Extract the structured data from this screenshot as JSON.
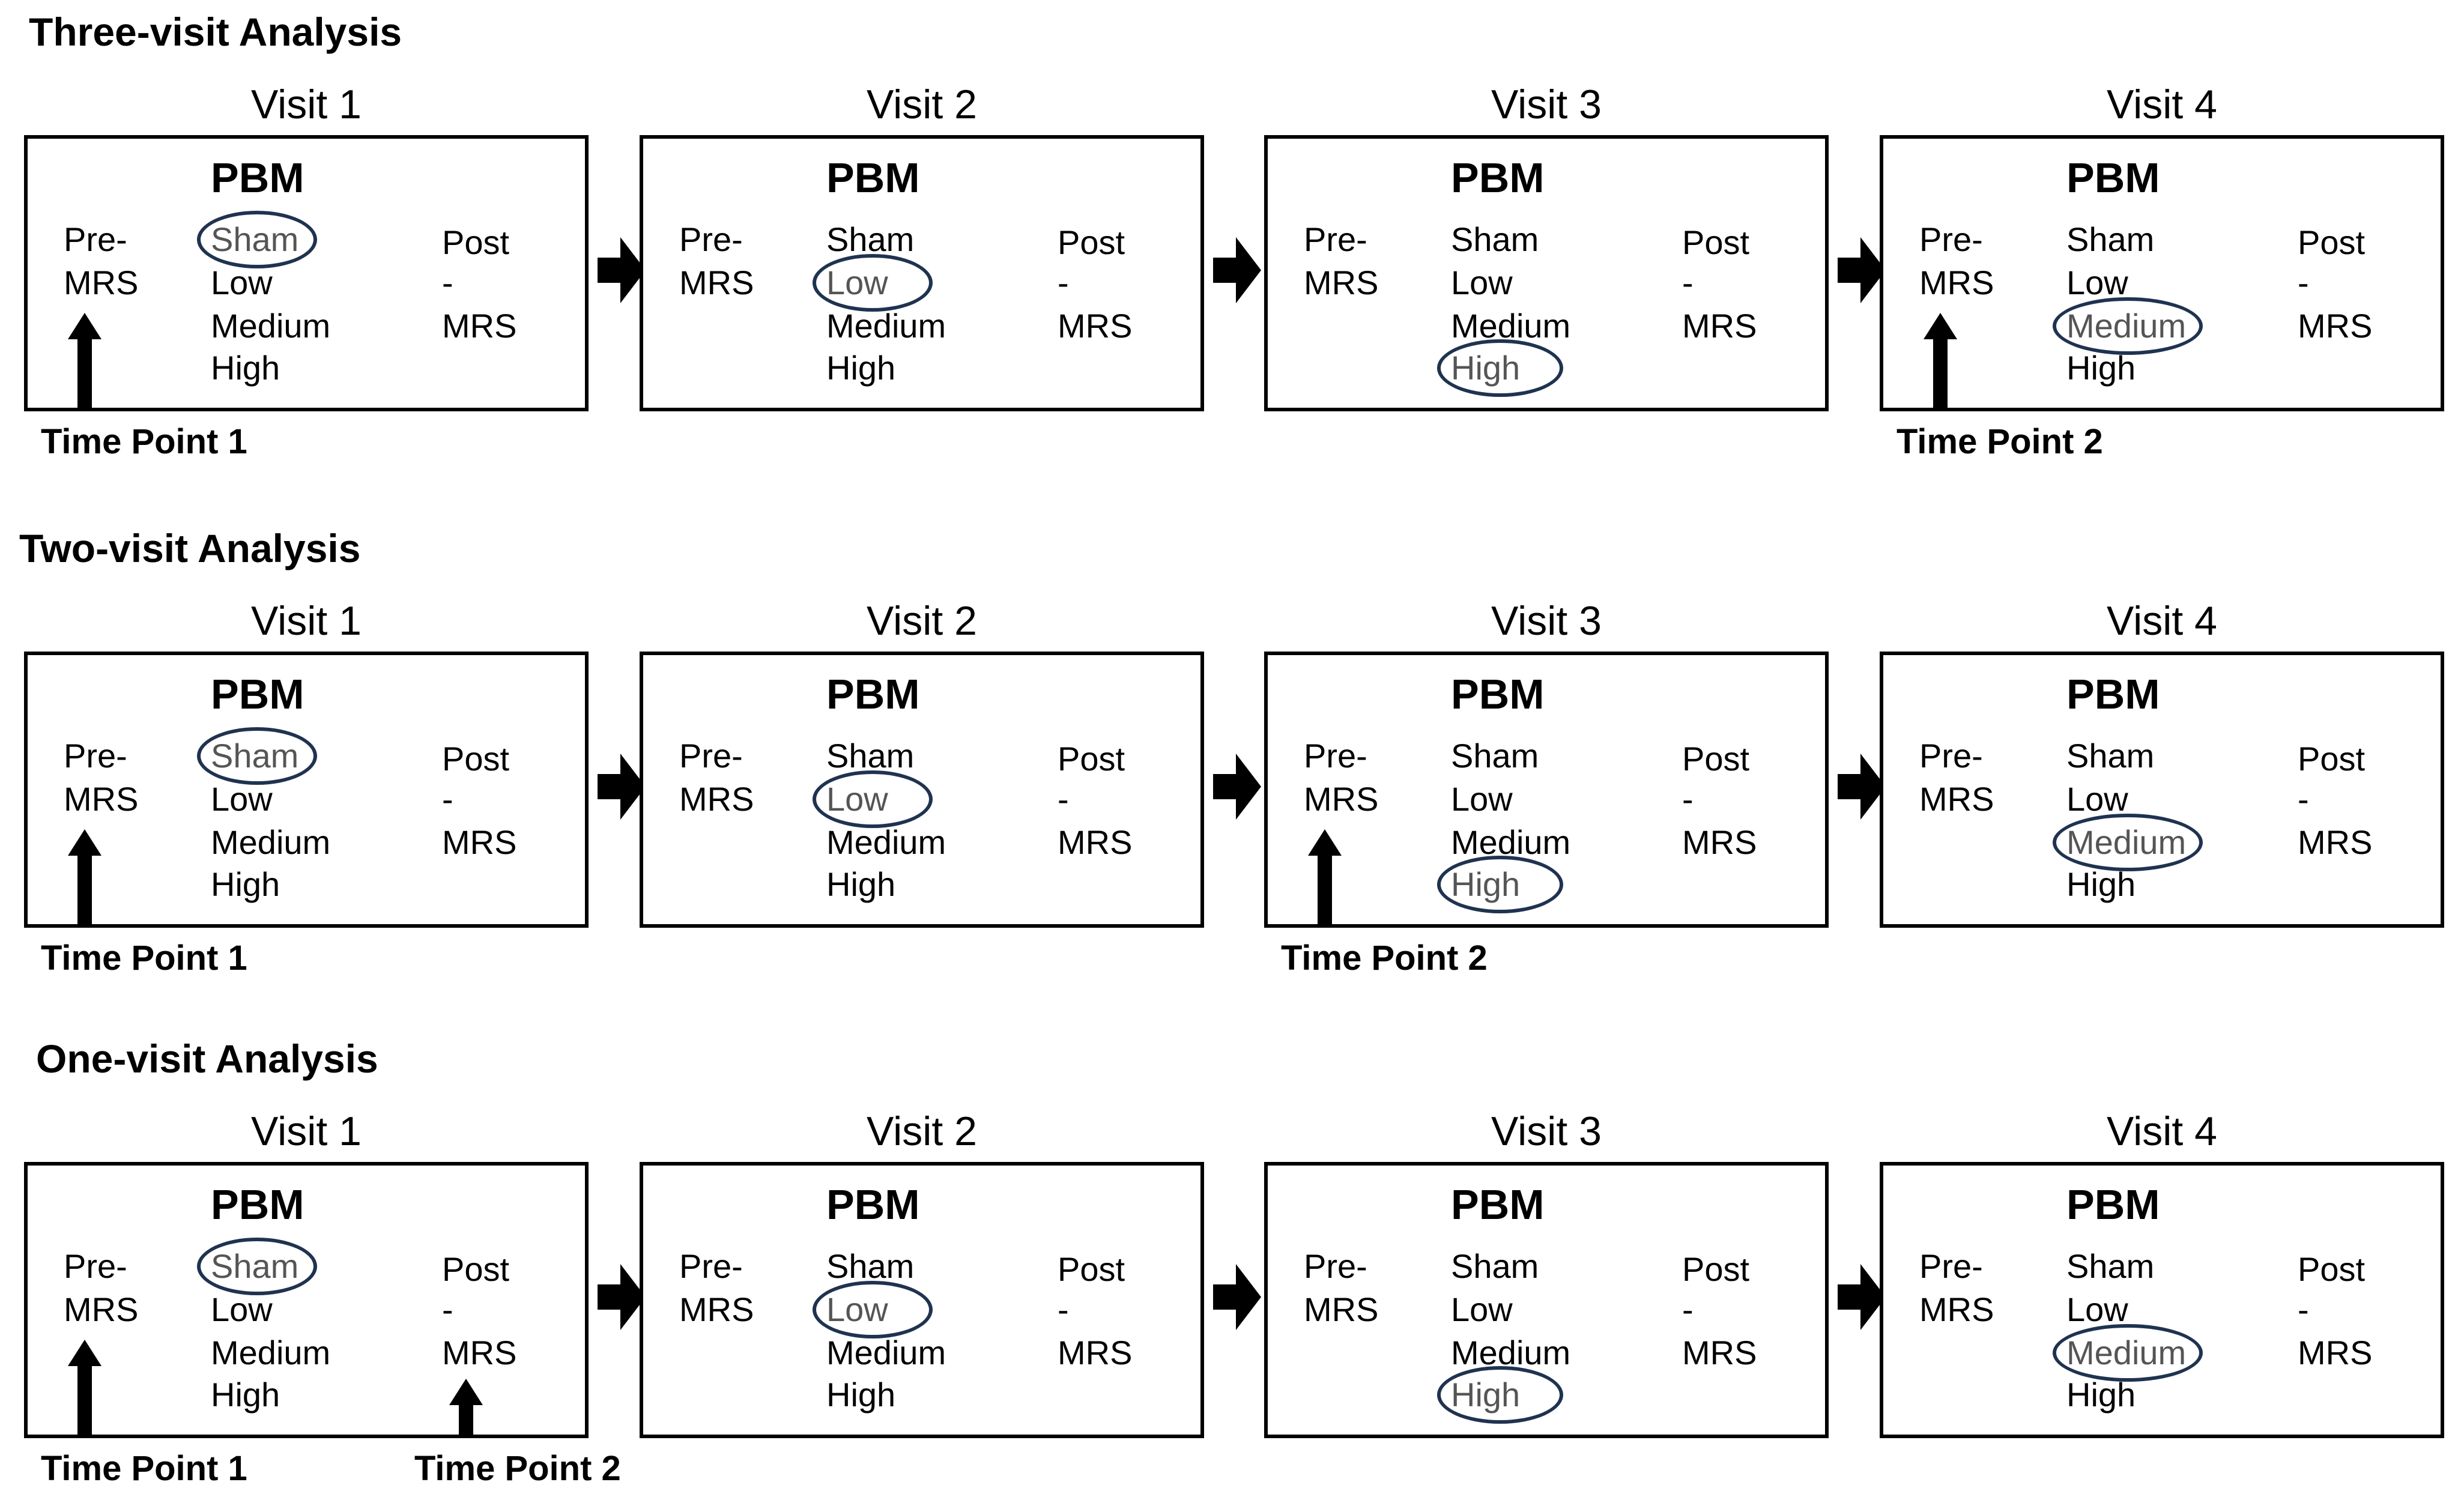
{
  "sections": [
    {
      "title": "Three-visit Analysis",
      "visits": [
        {
          "label": "Visit 1",
          "selected": "Sham",
          "time_point": "Time Point 1"
        },
        {
          "label": "Visit 2",
          "selected": "Low"
        },
        {
          "label": "Visit 3",
          "selected": "High"
        },
        {
          "label": "Visit 4",
          "selected": "Medium",
          "time_point": "Time Point 2"
        }
      ]
    },
    {
      "title": "Two-visit Analysis",
      "visits": [
        {
          "label": "Visit 1",
          "selected": "Sham",
          "time_point": "Time Point 1"
        },
        {
          "label": "Visit 2",
          "selected": "Low"
        },
        {
          "label": "Visit 3",
          "selected": "High",
          "time_point": "Time Point 2"
        },
        {
          "label": "Visit 4",
          "selected": "Medium"
        }
      ]
    },
    {
      "title": "One-visit Analysis",
      "visits": [
        {
          "label": "Visit 1",
          "selected": "Sham",
          "time_point": "Time Point 1",
          "post_time_point": "Time Point 2"
        },
        {
          "label": "Visit 2",
          "selected": "Low"
        },
        {
          "label": "Visit 3",
          "selected": "High"
        },
        {
          "label": "Visit 4",
          "selected": "Medium"
        }
      ]
    }
  ],
  "box": {
    "header": "PBM",
    "pre_line1": "Pre-",
    "pre_line2": "MRS",
    "doses": [
      "Sham",
      "Low",
      "Medium",
      "High"
    ],
    "post_line1": "Post",
    "post_line2": "-",
    "post_line3": "MRS"
  },
  "colors": {
    "border": "#000000",
    "ring": "#1f3350",
    "selected_text": "#555555"
  }
}
